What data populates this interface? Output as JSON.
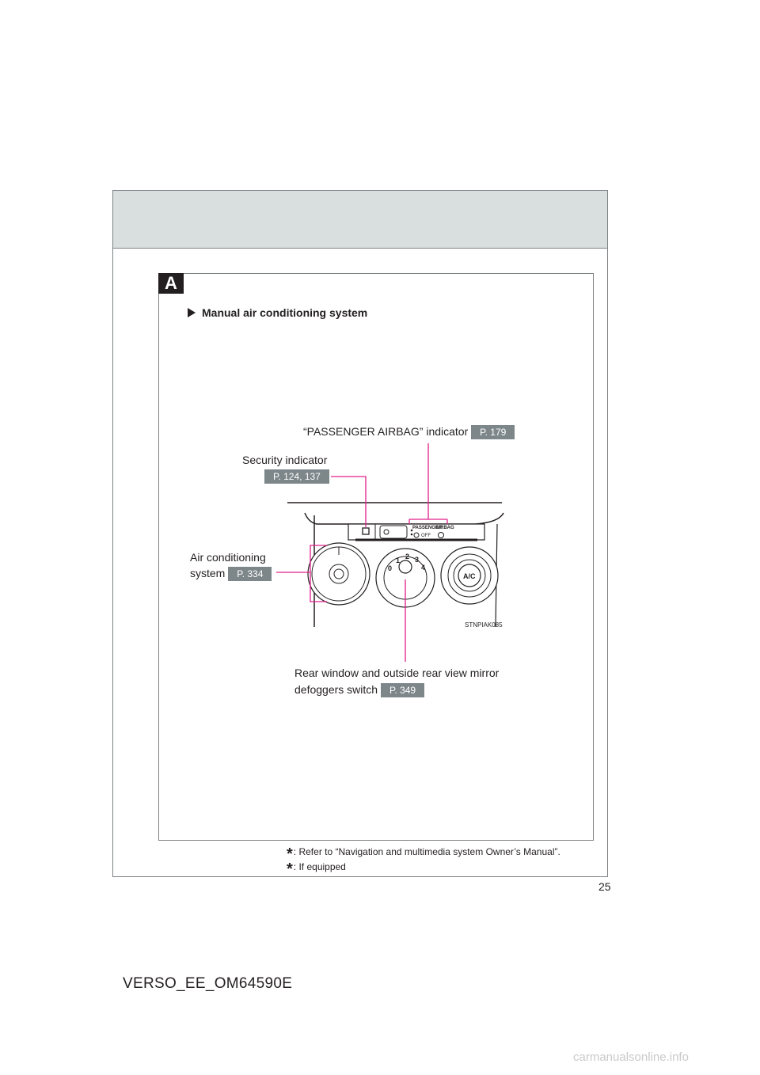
{
  "section_tab": "A",
  "section_heading": "Manual air conditioning system",
  "callouts": {
    "passenger_airbag": {
      "label": "“PASSENGER AIRBAG” indicator",
      "page": "P. 179"
    },
    "security": {
      "label": "Security indicator",
      "page": "P. 124, 137"
    },
    "air_conditioning": {
      "label_line1": "Air conditioning",
      "label_line2": "system",
      "page": "P. 334"
    },
    "defogger": {
      "label_line1": "Rear window and outside rear view mirror",
      "label_line2": "defoggers switch",
      "page": "P. 349"
    }
  },
  "illustration": {
    "code": "STNPIAK085",
    "panel_text": {
      "passenger": "PASSENGER",
      "airbag": "AIRBAG",
      "off": "OFF",
      "ac": "A/C"
    },
    "fan_scale": [
      "0",
      "1",
      "2",
      "3",
      "4"
    ]
  },
  "footnotes": [
    {
      "text": ": Refer to “Navigation and multimedia system Owner’s Manual”."
    },
    {
      "text": ": If equipped"
    }
  ],
  "page_number": "25",
  "doc_code": "VERSO_EE_OM64590E",
  "watermark": "carmanualsonline.info",
  "colors": {
    "callout_line": "#e0218a",
    "page_ref_bg": "#7d8689",
    "header_band": "#d9dedf"
  }
}
